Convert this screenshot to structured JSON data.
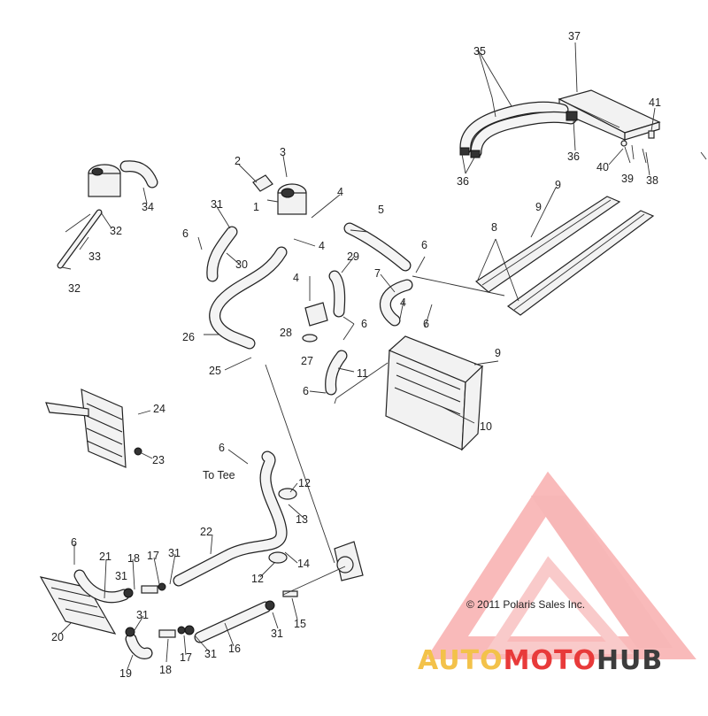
{
  "callouts": [
    "1",
    "2",
    "3",
    "4",
    "5",
    "6",
    "7",
    "8",
    "9",
    "10",
    "11",
    "12",
    "13",
    "14",
    "15",
    "16",
    "17",
    "18",
    "19",
    "20",
    "21",
    "22",
    "23",
    "24",
    "25",
    "26",
    "27",
    "28",
    "29",
    "30",
    "31",
    "32",
    "33",
    "34",
    "35",
    "36",
    "37",
    "38",
    "39",
    "40",
    "41"
  ],
  "note_to_tee": "To Tee",
  "copyright": "© 2011 Polaris Sales Inc.",
  "watermark": {
    "word_part1": "AUTO",
    "word_part2": "MOTO",
    "word_part3": "HUB",
    "color_primary": "#f3c24a",
    "color_accent": "#e83a3a",
    "color_dark": "#3c3c3c"
  }
}
